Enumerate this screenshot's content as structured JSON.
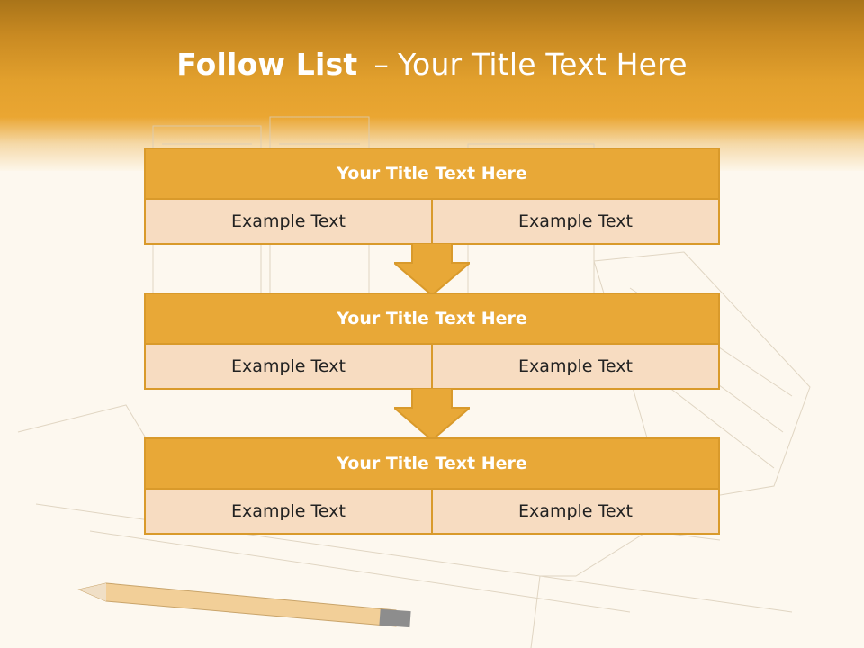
{
  "slide": {
    "title_bold": "Follow List",
    "title_sep": "–",
    "title_rest": "Your Title Text Here"
  },
  "blocks": [
    {
      "title": "Your Title Text Here",
      "left": "Example Text",
      "right": "Example Text"
    },
    {
      "title": "Your Title Text Here",
      "left": "Example Text",
      "right": "Example Text"
    },
    {
      "title": "Your Title Text Here",
      "left": "Example Text",
      "right": "Example Text"
    }
  ],
  "colors": {
    "header": "#e2a02d",
    "block_title": "#e8a837",
    "block_cell": "#f7dcc1",
    "border": "#d99a2b",
    "arrow": "#e8a837"
  }
}
